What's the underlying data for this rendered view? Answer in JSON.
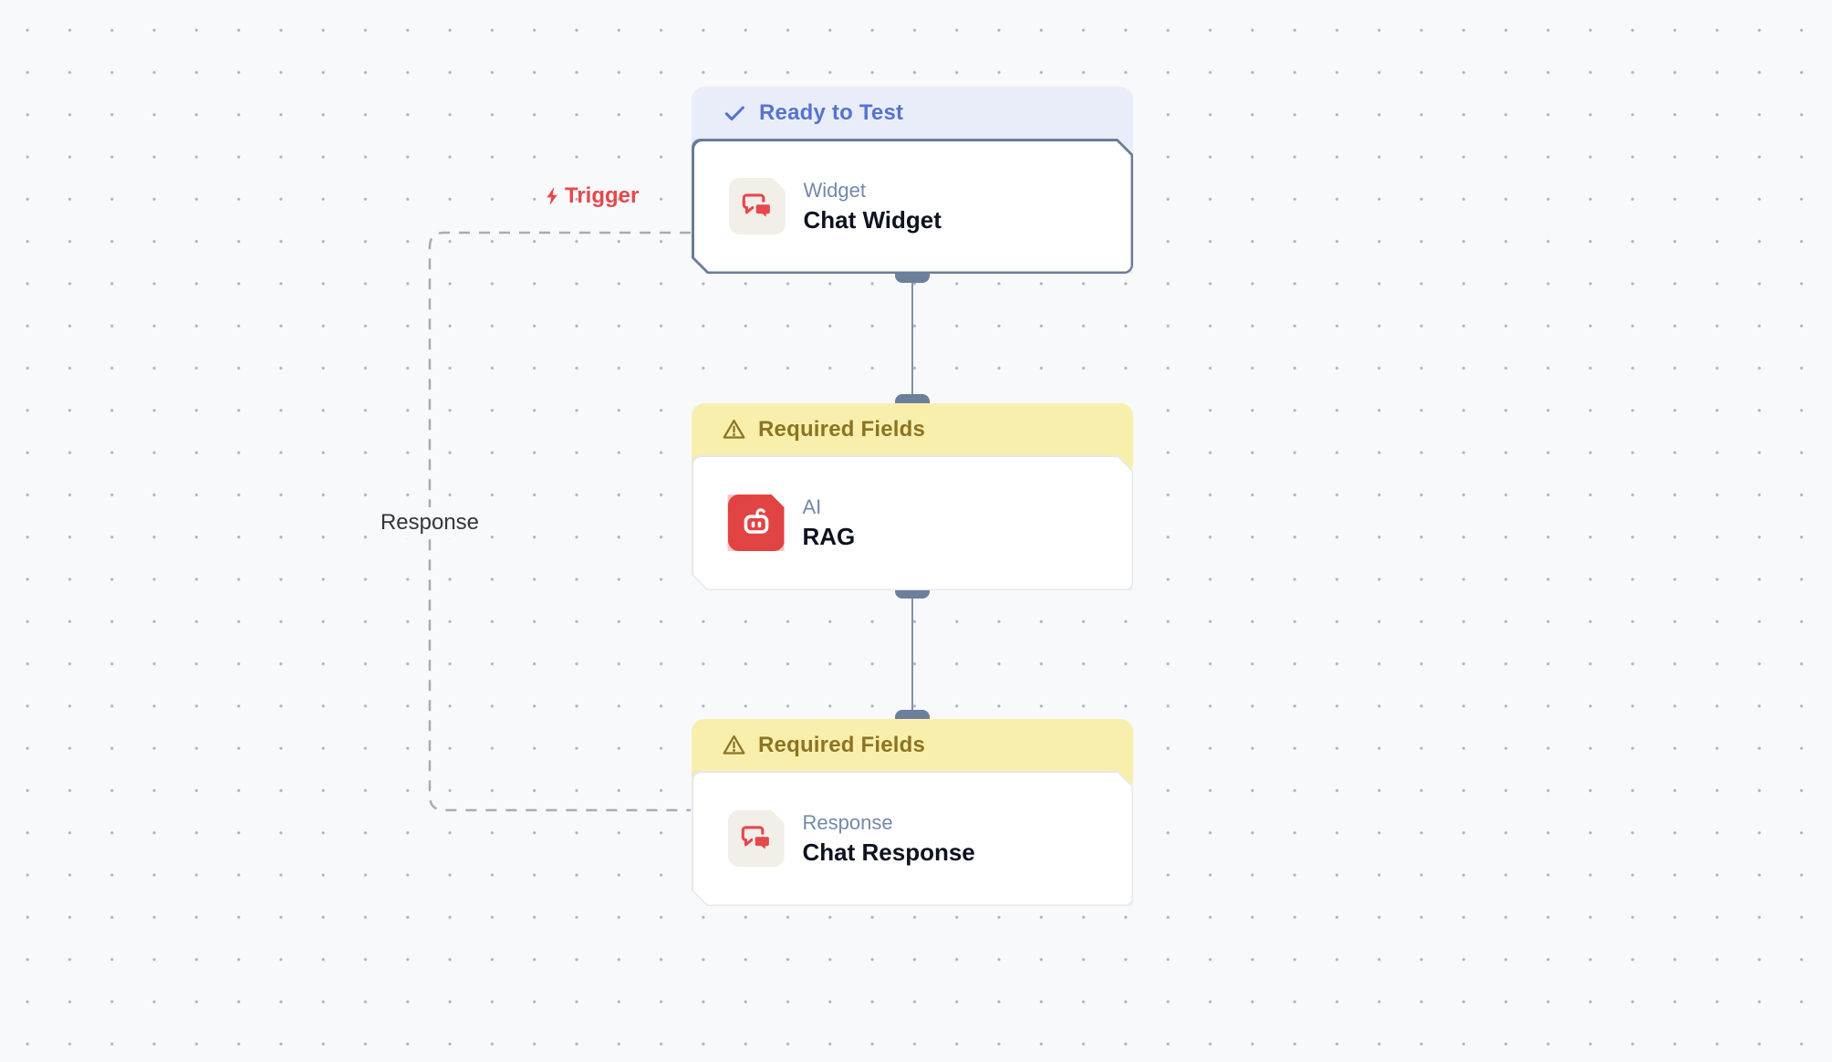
{
  "canvas": {
    "background_color": "#f8f9fb",
    "grid_dot_color": "#aeb3bb"
  },
  "edges": {
    "trigger": {
      "label": "Trigger",
      "color": "#e5484d",
      "icon": "lightning-bolt-icon"
    },
    "response": {
      "label": "Response",
      "style": "dashed"
    }
  },
  "nodes": [
    {
      "id": "chat-widget",
      "status_label": "Ready to Test",
      "status_type": "ready",
      "status_icon": "check-icon",
      "category": "Widget",
      "title": "Chat Widget",
      "icon": "chat-bubbles-icon",
      "selected": true
    },
    {
      "id": "rag",
      "status_label": "Required Fields",
      "status_type": "warning",
      "status_icon": "warning-triangle-icon",
      "category": "AI",
      "title": "RAG",
      "icon": "robot-icon",
      "selected": false
    },
    {
      "id": "chat-response",
      "status_label": "Required Fields",
      "status_type": "warning",
      "status_icon": "warning-triangle-icon",
      "category": "Response",
      "title": "Chat Response",
      "icon": "chat-bubbles-icon",
      "selected": false
    }
  ],
  "colors": {
    "ready_banner_bg": "#e9edfa",
    "ready_banner_text": "#5673d0",
    "warning_banner_bg": "#f9efad",
    "warning_banner_text": "#8c7420",
    "selected_border": "#697c98",
    "connector": "#6c7f9b",
    "node_accent_red": "#e5484d"
  }
}
